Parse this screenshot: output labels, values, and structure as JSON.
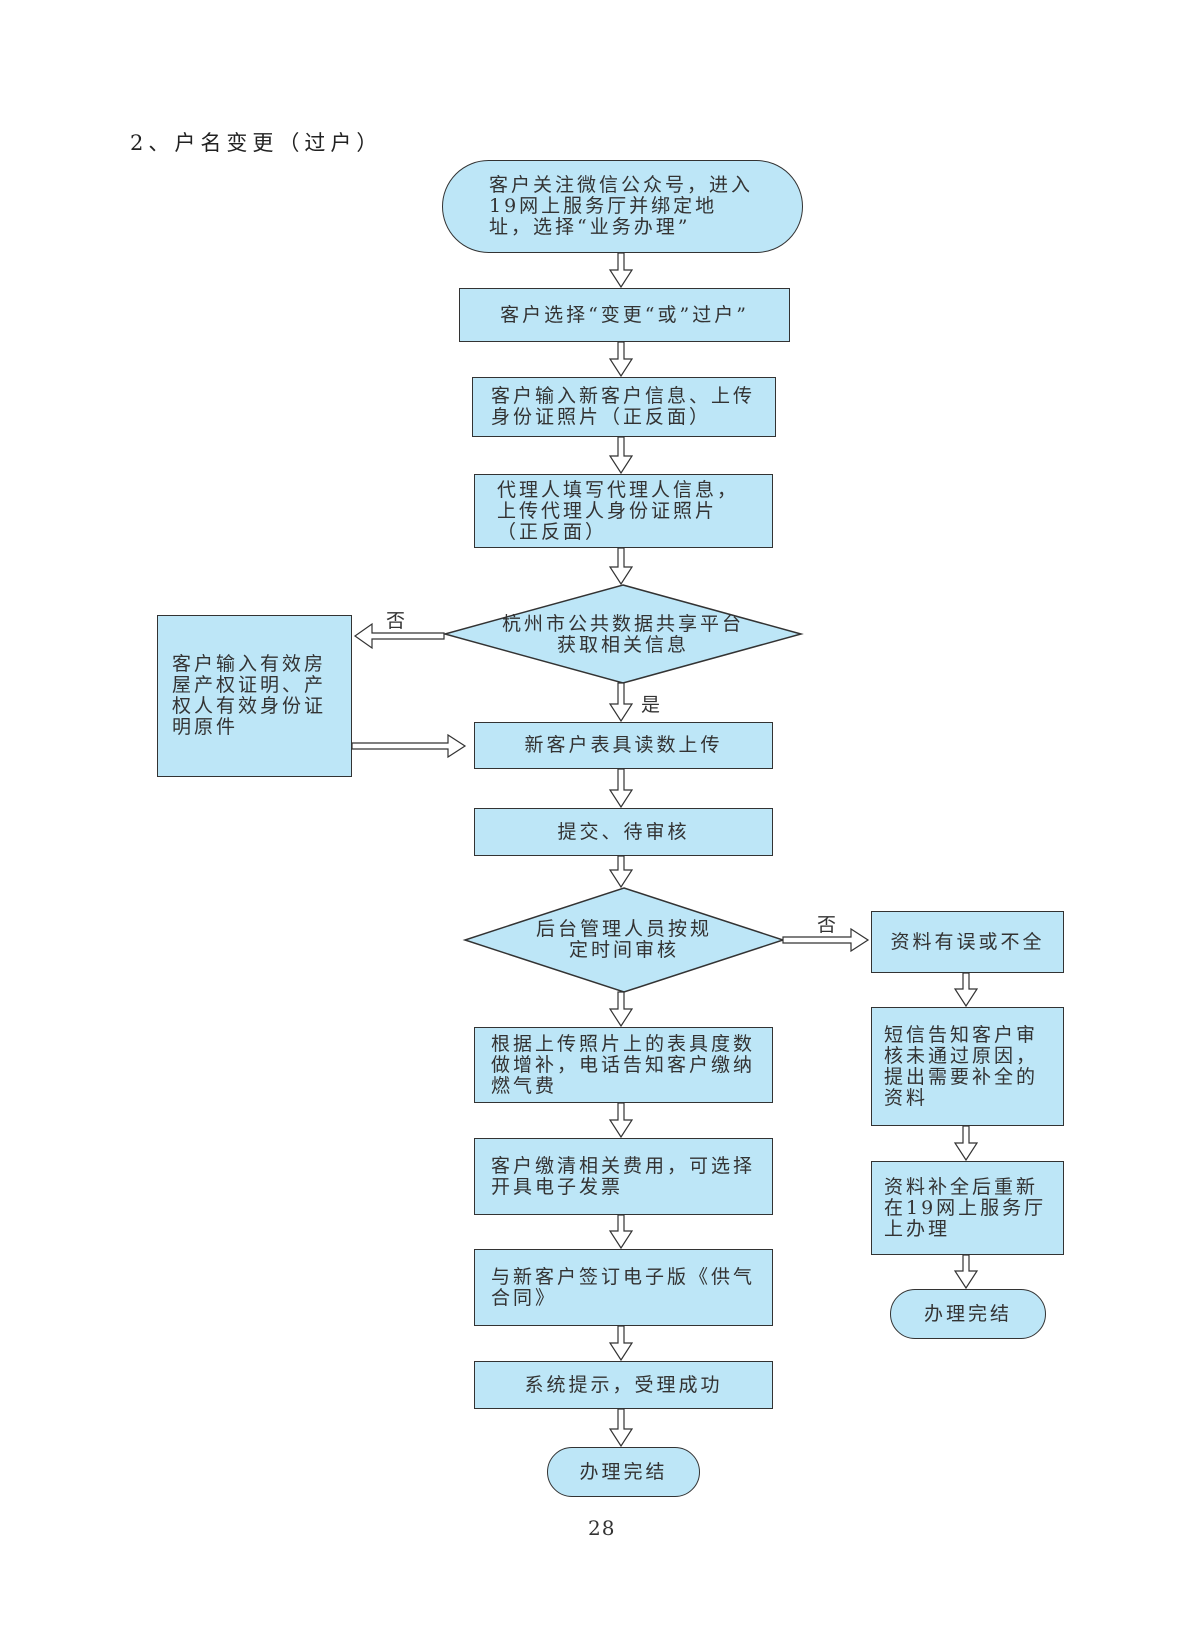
{
  "section_title": "2、户名变更（过户）",
  "page_number": "28",
  "fill_color": "#bde6f7",
  "stroke_color": "#333333",
  "main_flow": {
    "start": "客户关注微信公众号，进入19网上服务厅并绑定地址，选择“业务办理”",
    "step_select": "客户选择“变更“或”过户”",
    "step_new_customer_info": "客户输入新客户信息、上传身份证照片（正反面）",
    "step_agent_info": "代理人填写代理人信息，上传代理人身份证照片（正反面）",
    "decision_data_platform": "杭州市公共数据共享平台获取相关信息",
    "decision_data_platform_no": "否",
    "decision_data_platform_yes": "是",
    "step_manual_docs": "客户输入有效房屋产权证明、产权人有效身份证明原件",
    "step_meter_reading": "新客户表具读数上传",
    "step_submit": "提交、待审核",
    "decision_review": "后台管理人员按规定时间审核",
    "decision_review_no": "否",
    "step_adjust_and_notify": "根据上传照片上的表具度数做增补，电话告知客户缴纳燃气费",
    "step_pay": "客户缴清相关费用，可选择开具电子发票",
    "step_contract": "与新客户签订电子版《供气合同》",
    "step_success": "系统提示，受理成功",
    "end": "办理完结"
  },
  "reject_flow": {
    "step_error": "资料有误或不全",
    "step_sms": "短信告知客户审核未通过原因，提出需要补全的资料",
    "step_resubmit": "资料补全后重新在19网上服务厅上办理",
    "end": "办理完结"
  }
}
